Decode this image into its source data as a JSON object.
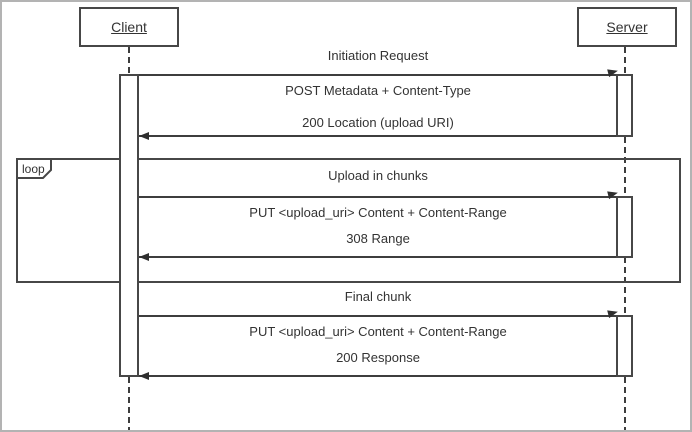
{
  "diagram": {
    "type": "uml-sequence-diagram",
    "actors": [
      {
        "id": "client",
        "label": "Client"
      },
      {
        "id": "server",
        "label": "Server"
      }
    ],
    "sections": [
      {
        "label": "Initiation Request",
        "request": "POST Metadata + Content-Type",
        "response": "200 Location (upload URI)"
      },
      {
        "frame": "loop",
        "label": "Upload in chunks",
        "request": "PUT <upload_uri> Content + Content-Range",
        "response": "308 Range"
      },
      {
        "label": "Final chunk",
        "request": "PUT <upload_uri> Content + Content-Range",
        "response": "200 Response"
      }
    ],
    "colors": {
      "line": "#3d3d3d",
      "text": "#333333",
      "actor_border": "#474747",
      "outer_border": "#b3b3b3",
      "background": "#ffffff"
    }
  }
}
